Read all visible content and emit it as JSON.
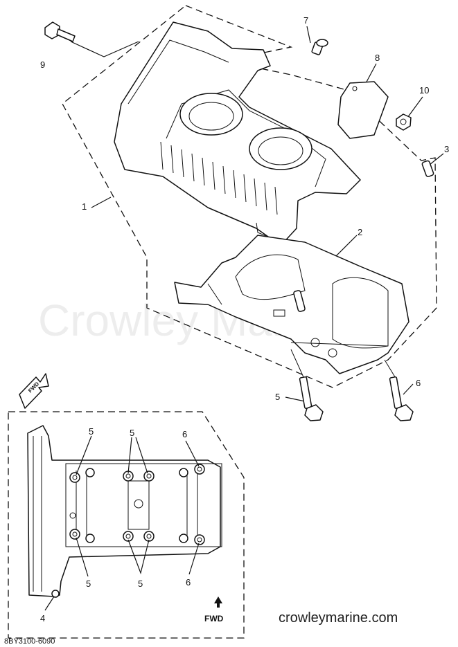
{
  "callouts": {
    "c1": "1",
    "c2": "2",
    "c3": "3",
    "c4": "4",
    "c5a": "5",
    "c5b": "5",
    "c5c": "5",
    "c5d": "5",
    "c5e": "5",
    "c6a": "6",
    "c6b": "6",
    "c6c": "6",
    "c7": "7",
    "c8": "8",
    "c9": "9",
    "c10": "10"
  },
  "fwd_badge": "FWD",
  "fwd_label": "FWD",
  "watermark": "Crowley Marine",
  "diagram_code": "8BY3100-6090",
  "site": "crowleymarine.com"
}
